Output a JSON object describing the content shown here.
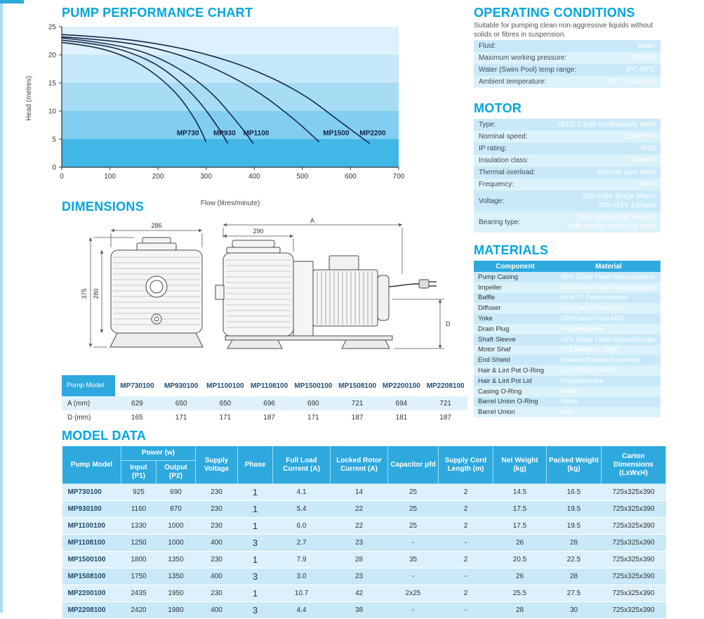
{
  "page": {
    "accent": "#00A5DF",
    "table_header_blue": "#2EA9DE"
  },
  "performance_chart": {
    "title": "PUMP PERFORMANCE CHART"
  },
  "chart_data": {
    "type": "line",
    "title": "PUMP PERFORMANCE CHART",
    "xlabel": "Flow (litres/minute)",
    "ylabel": "Head (metres)",
    "xlim": [
      0,
      700
    ],
    "ylim": [
      0,
      25
    ],
    "xticks": [
      0,
      100,
      200,
      300,
      400,
      500,
      600,
      700
    ],
    "yticks": [
      0,
      5,
      10,
      15,
      20,
      25
    ],
    "legend_position": "inline curve labels",
    "line_color": "#16294A",
    "bands": [
      {
        "y0": 20,
        "y1": 25,
        "color": "#DCF1FB"
      },
      {
        "y0": 15,
        "y1": 20,
        "color": "#C4E8F8"
      },
      {
        "y0": 10,
        "y1": 15,
        "color": "#A6DDF5"
      },
      {
        "y0": 5,
        "y1": 10,
        "color": "#81CEF0"
      },
      {
        "y0": 0,
        "y1": 5,
        "color": "#41B7E8"
      }
    ],
    "series": [
      {
        "name": "MP730",
        "label_pos": [
          262,
          5.7
        ],
        "points": [
          [
            0,
            22.2
          ],
          [
            60,
            21.6
          ],
          [
            120,
            20.2
          ],
          [
            180,
            17.6
          ],
          [
            240,
            13.2
          ],
          [
            280,
            8.2
          ],
          [
            300,
            4.5
          ]
        ]
      },
      {
        "name": "MP930",
        "label_pos": [
          338,
          5.7
        ],
        "points": [
          [
            0,
            22.6
          ],
          [
            70,
            22.0
          ],
          [
            140,
            20.6
          ],
          [
            210,
            17.8
          ],
          [
            280,
            12.5
          ],
          [
            330,
            6.5
          ],
          [
            345,
            4.2
          ]
        ]
      },
      {
        "name": "MP1100",
        "label_pos": [
          404,
          5.7
        ],
        "points": [
          [
            0,
            23.0
          ],
          [
            100,
            22.1
          ],
          [
            200,
            19.8
          ],
          [
            300,
            14.5
          ],
          [
            370,
            7.5
          ],
          [
            398,
            4.2
          ]
        ]
      },
      {
        "name": "MP1500",
        "label_pos": [
          570,
          5.7
        ],
        "points": [
          [
            0,
            23.2
          ],
          [
            100,
            22.6
          ],
          [
            200,
            21.2
          ],
          [
            300,
            18.4
          ],
          [
            400,
            14.0
          ],
          [
            480,
            8.8
          ],
          [
            535,
            4.5
          ]
        ]
      },
      {
        "name": "MP2200",
        "label_pos": [
          646,
          5.7
        ],
        "points": [
          [
            0,
            23.6
          ],
          [
            100,
            23.1
          ],
          [
            200,
            22.0
          ],
          [
            300,
            20.2
          ],
          [
            400,
            17.4
          ],
          [
            500,
            13.2
          ],
          [
            580,
            8.0
          ],
          [
            640,
            4.2
          ]
        ]
      }
    ]
  },
  "operating_conditions": {
    "title": "OPERATING CONDITIONS",
    "description": "Suitable for pumping clean non-aggressive liquids without solids or fibres in suspension.",
    "rows": [
      {
        "label": "Fluid:",
        "value": "Water"
      },
      {
        "label": "Maximum working pressure:",
        "value": "360 kPa"
      },
      {
        "label": "Water (Swim Pool) temp range:",
        "value": "5ºC-40ºC"
      },
      {
        "label": "Ambient temperature:",
        "value": "55ºC maximum"
      }
    ]
  },
  "motor": {
    "title": "MOTOR",
    "rows": [
      {
        "label": "Type:",
        "value": "TEFC 2 pole continuously rated"
      },
      {
        "label": "Nominal speed:",
        "value": "2900 rpm"
      },
      {
        "label": "IP rating:",
        "value": "IP55"
      },
      {
        "label": "Insulation class:",
        "value": "Class F"
      },
      {
        "label": "Thermal overload:",
        "value": "Internal, auto reset"
      },
      {
        "label": "Frequency:",
        "value": "50Hz"
      },
      {
        "label": "Voltage:",
        "value": "230-240V Single phase\n400-415V 3 phase"
      },
      {
        "label": "Bearing type:",
        "value": "Deep groove ball bearing\n(with double contact lip seal)"
      }
    ]
  },
  "materials": {
    "title": "MATERIALS",
    "headers": [
      "Component",
      "Material"
    ],
    "rows": [
      [
        "Pump Casing",
        "30% Glass Filled Polypropylene"
      ],
      [
        "Impeller",
        "30% Glass Filled Polypropylene"
      ],
      [
        "Baffle",
        "40% TF Polypropylene"
      ],
      [
        "Diffuser",
        "20%Glass Filled ABS"
      ],
      [
        "Yoke",
        "20%Glass Filled ABS"
      ],
      [
        "Drain Plug",
        "Polypropolene"
      ],
      [
        "Shaft Sleeve",
        "20% Glass Filled Polycarbonate"
      ],
      [
        "Motor Shaf",
        "303 Stainless Steel"
      ],
      [
        "End Shield",
        "Enamel Painted Aluminium"
      ],
      [
        "Hair & Lint Pot O-Ring",
        "Low Friction Nitrile"
      ],
      [
        "Hair & Lint Pot Lid",
        "Polycarbonate"
      ],
      [
        "Casing O-Ring",
        "Nitrile"
      ],
      [
        "Barrel Union O-Ring",
        "Nitrile"
      ],
      [
        "Barrel Union",
        "ABS"
      ]
    ]
  },
  "dimensions": {
    "title": "DIMENSIONS",
    "drawing": {
      "front_width": "286",
      "pot_width": "290",
      "overall_length": "A",
      "overall_height": "375",
      "body_height": "280",
      "d_height": "D"
    },
    "table": {
      "header": "Pump Model",
      "models": [
        "MP730100",
        "MP930100",
        "MP1100100",
        "MP1108100",
        "MP1500100",
        "MP1508100",
        "MP2200100",
        "MP2208100"
      ],
      "rows": [
        {
          "label": "A (mm)",
          "values": [
            "629",
            "650",
            "650",
            "696",
            "690",
            "721",
            "694",
            "721"
          ]
        },
        {
          "label": "D (mm)",
          "values": [
            "165",
            "171",
            "171",
            "187",
            "171",
            "187",
            "181",
            "187"
          ]
        }
      ]
    }
  },
  "model_data": {
    "title": "MODEL DATA",
    "columns": {
      "pump_model": "Pump Model",
      "power_group": "Power (w)",
      "power_sub": [
        "Input (P1)",
        "Output (P2)"
      ],
      "others": [
        "Supply Voltage",
        "Phase",
        "Full Load Current (A)",
        "Locked Rotor Current (A)",
        "Capacitor μfd",
        "Supply Cord Length (m)",
        "Net Weight (kg)",
        "Packed Weight (kg)",
        "Carton Dimensions (LxWxH)"
      ]
    },
    "rows": [
      [
        "MP730100",
        "925",
        "690",
        "230",
        "1",
        "4.1",
        "14",
        "25",
        "2",
        "14.5",
        "16.5",
        "725x325x390"
      ],
      [
        "MP930100",
        "1160",
        "870",
        "230",
        "1",
        "5.4",
        "22",
        "25",
        "2",
        "17.5",
        "19.5",
        "725x325x390"
      ],
      [
        "MP1100100",
        "1330",
        "1000",
        "230",
        "1",
        "6.0",
        "22",
        "25",
        "2",
        "17.5",
        "19.5",
        "725x325x390"
      ],
      [
        "MP1108100",
        "1250",
        "1000",
        "400",
        "3",
        "2.7",
        "23",
        "-",
        "-",
        "26",
        "28",
        "725x325x390"
      ],
      [
        "MP1500100",
        "1800",
        "1350",
        "230",
        "1",
        "7.9",
        "28",
        "35",
        "2",
        "20.5",
        "22.5",
        "725x325x390"
      ],
      [
        "MP1508100",
        "1750",
        "1350",
        "400",
        "3",
        "3.0",
        "23",
        "-",
        "-",
        "26",
        "28",
        "725x325x390"
      ],
      [
        "MP2200100",
        "2435",
        "1950",
        "230",
        "1",
        "10.7",
        "42",
        "2x25",
        "2",
        "25.5",
        "27.5",
        "725x325x390"
      ],
      [
        "MP2208100",
        "2420",
        "1980",
        "400",
        "3",
        "4.4",
        "38",
        "-",
        "-",
        "28",
        "30",
        "725x325x390"
      ]
    ]
  }
}
